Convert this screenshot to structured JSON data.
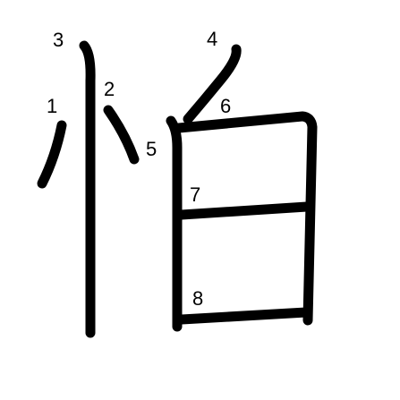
{
  "character": "怕",
  "stroke_color": "#000000",
  "background_color": "#ffffff",
  "strokes": [
    {
      "number": "1"
    },
    {
      "number": "2"
    },
    {
      "number": "3"
    },
    {
      "number": "4"
    },
    {
      "number": "5"
    },
    {
      "number": "6"
    },
    {
      "number": "7"
    },
    {
      "number": "8"
    }
  ]
}
